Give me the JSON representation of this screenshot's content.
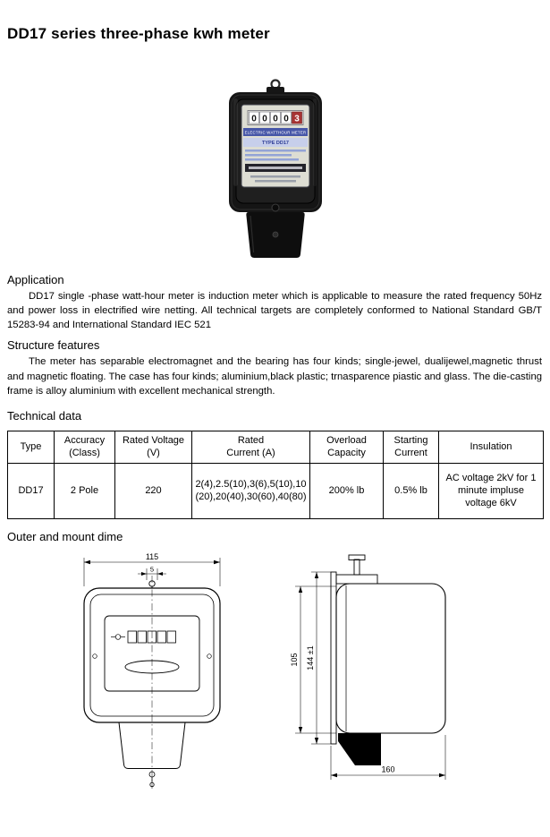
{
  "page": {
    "title": "DD17 series three-phase kwh meter"
  },
  "sections": {
    "application": {
      "heading": "Application",
      "body": "DD17 single -phase watt-hour meter is induction meter which is applicable to measure the rated frequency 50Hz and power loss in electrified wire netting. All technical targets are completely conformed to National Standard GB/T 15283-94 and International Standard IEC 521"
    },
    "structure_features": {
      "heading": "Structure features",
      "body": "The meter has separable electromagnet and the bearing has four kinds; single-jewel, dualijewel,magnetic thrust and magnetic floating. The case has four kinds; aluminium,black plastic; trnasparence piastic and glass. The die-casting frame is alloy aluminium with excellent mechanical strength."
    },
    "technical_data": {
      "heading": "Technical data"
    },
    "outer_mount": {
      "heading": "Outer and mount dime"
    }
  },
  "table": {
    "headers": [
      {
        "line1": "Type",
        "line2": ""
      },
      {
        "line1": "Accuracy",
        "line2": "(Class)"
      },
      {
        "line1": "Rated Voltage",
        "line2": "(V)"
      },
      {
        "line1": "Rated",
        "line2": "Current (A)"
      },
      {
        "line1": "Overload",
        "line2": "Capacity"
      },
      {
        "line1": "Starting",
        "line2": "Current"
      },
      {
        "line1": "Insulation",
        "line2": ""
      }
    ],
    "row": {
      "type": "DD17",
      "accuracy": "2 Pole",
      "rated_voltage": "220",
      "rated_current": "2(4),2.5(10),3(6),5(10),10 (20),20(40),30(60),40(80)",
      "overload_capacity": "200% lb",
      "starting_current": "0.5% lb",
      "insulation": "AC voltage 2kV for 1 minute impluse voltage 6kV"
    }
  },
  "meter_photo": {
    "brand_line": "ELECTRIC WATTHOUR METER",
    "type_line": "TYPE  DD17",
    "counter_digits": [
      "0",
      "0",
      "0",
      "0",
      "3"
    ],
    "body_color": "#151515",
    "band_color": "#4757a8"
  },
  "drawings": {
    "front": {
      "dim_width": "115",
      "dim_top": "5"
    },
    "side": {
      "dim_depth": "105",
      "dim_height": "144 ±1",
      "dim_width": "160"
    }
  }
}
